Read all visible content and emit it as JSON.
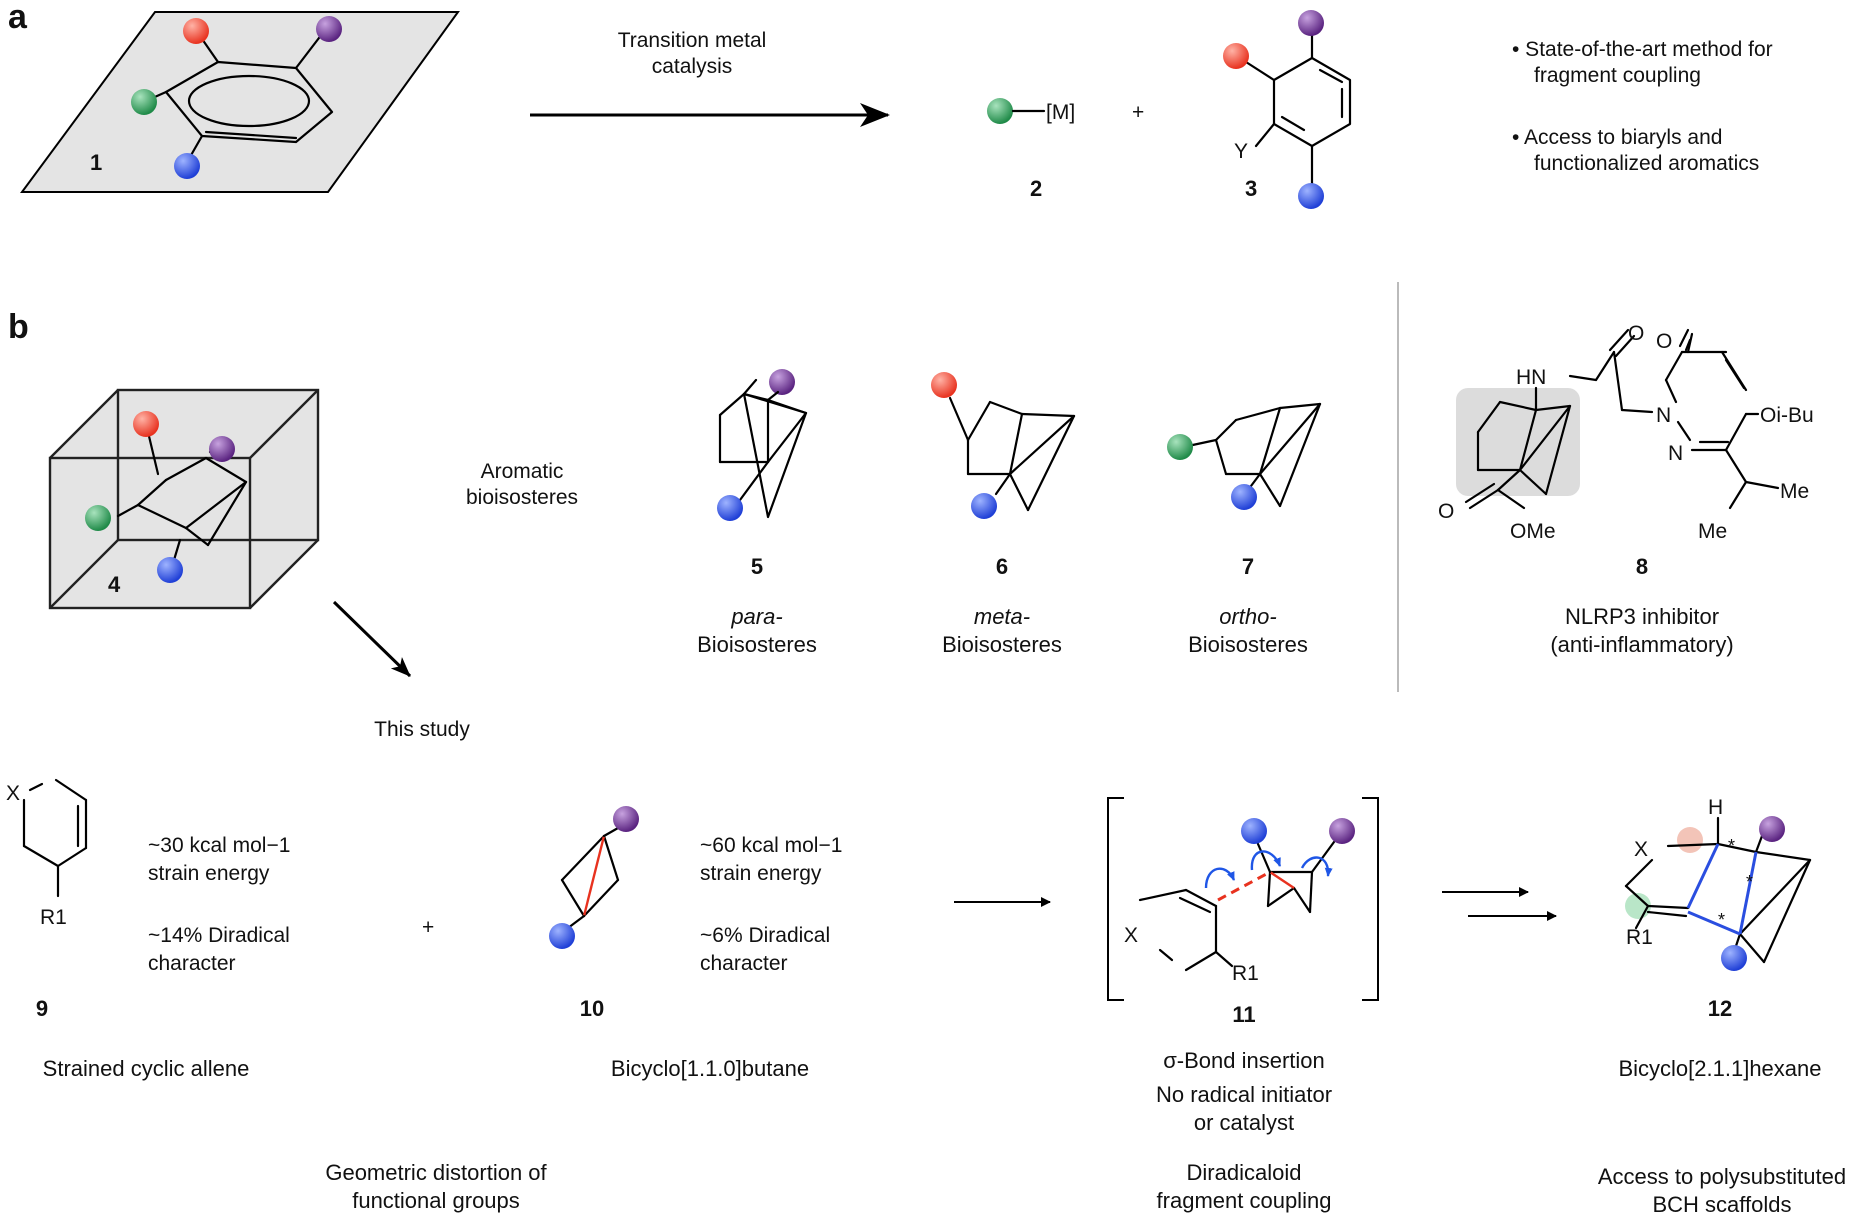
{
  "panels": {
    "a": "a",
    "b": "b"
  },
  "colors": {
    "red": "#e8321f",
    "purple": "#6a2f8e",
    "green": "#2f9a56",
    "blue": "#2a4ee0",
    "plane": "#e4e4e4",
    "highlight": "#dcdcdc",
    "bond_red": "#e8321f",
    "arrow_blue": "#1f56e6"
  },
  "panel_a": {
    "compound_1": "1",
    "arrow_label": [
      "Transition metal",
      "catalysis"
    ],
    "metal_label": "[M]",
    "plus": "+",
    "y_label": "Y",
    "compound_2": "2",
    "compound_3": "3",
    "bullets": [
      [
        "• State-of-the-art method for",
        "fragment coupling"
      ],
      [
        "• Access to biaryls and",
        "functionalized aromatics"
      ]
    ]
  },
  "panel_b": {
    "compound_4": "4",
    "aromatic_label": [
      "Aromatic",
      "bioisosteres"
    ],
    "this_study": "This study",
    "bioisosteres": [
      {
        "num": "5",
        "prefix": "para-",
        "suffix": "Bioisosteres"
      },
      {
        "num": "6",
        "prefix": "meta-",
        "suffix": "Bioisosteres"
      },
      {
        "num": "7",
        "prefix": "ortho-",
        "suffix": "Bioisosteres"
      }
    ],
    "compound_8": {
      "num": "8",
      "atoms": {
        "hn": "HN",
        "o1": "O",
        "o2": "O",
        "n1": "N",
        "n2": "N",
        "oibu": "Oi-Bu",
        "o3": "O",
        "ome": "OMe",
        "me1": "Me",
        "me2": "Me"
      },
      "caption": [
        "NLRP3 inhibitor",
        "(anti-inflammatory)"
      ]
    },
    "compound_9": {
      "num": "9",
      "x": "X",
      "r1": "R1",
      "props": [
        "~30 kcal mol−1",
        "strain energy",
        "~14% Diradical",
        "character"
      ],
      "caption": "Strained cyclic allene"
    },
    "plus": "+",
    "compound_10": {
      "num": "10",
      "props": [
        "~60 kcal mol−1",
        "strain energy",
        "~6% Diradical",
        "character"
      ],
      "caption": "Bicyclo[1.1.0]butane"
    },
    "geometric": [
      "Geometric distortion of",
      "functional groups"
    ],
    "compound_11": {
      "num": "11",
      "x": "X",
      "r1": "R1",
      "captions": [
        "σ-Bond insertion",
        "No radical initiator",
        "or catalyst"
      ],
      "bottom": [
        "Diradicaloid",
        "fragment coupling"
      ]
    },
    "compound_12": {
      "num": "12",
      "x": "X",
      "h": "H",
      "r1": "R1",
      "star": "*",
      "caption": "Bicyclo[2.1.1]hexane",
      "bottom": [
        "Access to polysubstituted",
        "BCH scaffolds"
      ]
    }
  }
}
